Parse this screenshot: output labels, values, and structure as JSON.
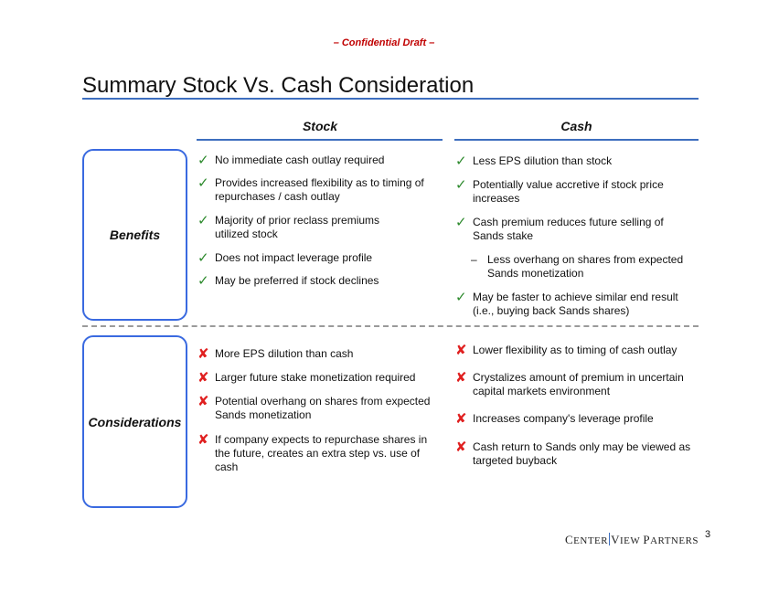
{
  "header": {
    "draft_label": "– Confidential Draft –",
    "title": "Summary Stock Vs. Cash Consideration"
  },
  "columns": {
    "stock": "Stock",
    "cash": "Cash"
  },
  "rows": {
    "benefits": {
      "label": "Benefits",
      "stock": [
        "No immediate cash outlay required",
        "Provides increased flexibility as to timing of repurchases / cash outlay",
        "Majority of prior reclass premiums utilized stock",
        "Does not impact leverage profile",
        "May be preferred if stock declines"
      ],
      "cash": [
        "Less EPS dilution than stock",
        "Potentially value accretive if stock price increases",
        "Cash premium reduces future selling of Sands stake",
        "Less overhang on shares from expected Sands monetization",
        "May be faster to achieve similar end result (i.e., buying back Sands shares)"
      ]
    },
    "considerations": {
      "label": "Considerations",
      "stock": [
        "More EPS dilution than cash",
        "Larger future stake monetization required",
        "Potential overhang on shares from expected Sands monetization",
        "If company expects to repurchase shares in the future, creates an extra step vs. use of cash"
      ],
      "cash": [
        "Lower flexibility as to timing of cash outlay",
        "Crystalizes amount of premium in uncertain capital markets environment",
        "Increases company's leverage profile",
        "Cash return to Sands only may be viewed as targeted buyback"
      ]
    }
  },
  "footer": {
    "logo_c": "C",
    "logo_enter": "ENTER",
    "logo_v": "V",
    "logo_iew": "IEW ",
    "logo_p": "P",
    "logo_artners": "ARTNERS",
    "page_number": "3"
  },
  "icons": {
    "check": "check-icon",
    "cross": "cross-icon"
  },
  "colors": {
    "accent_blue": "#3d6ebf",
    "box_border": "#3a6ae0",
    "draft_red": "#c00000",
    "check_green": "#2d8a2d",
    "cross_red": "#e02020"
  }
}
